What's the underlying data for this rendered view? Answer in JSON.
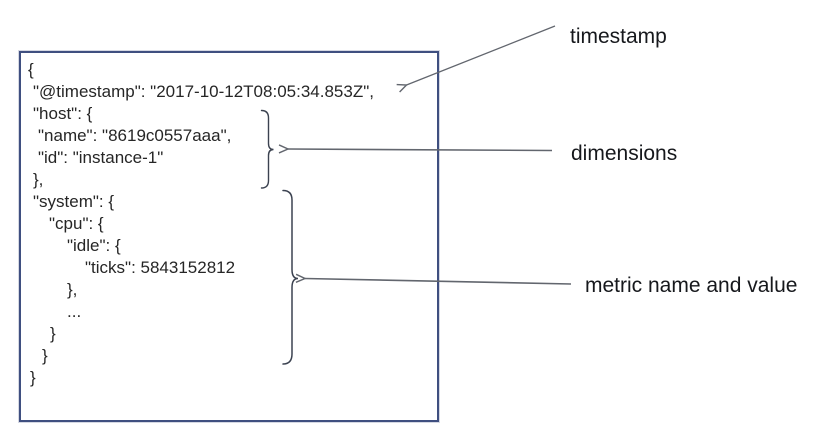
{
  "canvas": {
    "background": "#ffffff"
  },
  "code_box": {
    "border_color": "#3f4f80",
    "background": "#ffffff",
    "text_color": "#262626",
    "lines": [
      {
        "text": "{",
        "indent": 28
      },
      {
        "text": "\"@timestamp\": \"2017-10-12T08:05:34.853Z\",",
        "indent": 33
      },
      {
        "text": "\"host\": {",
        "indent": 33
      },
      {
        "text": "\"name\": \"8619c0557aaa\",",
        "indent": 38
      },
      {
        "text": "\"id\": \"instance-1\"",
        "indent": 38
      },
      {
        "text": "},",
        "indent": 33
      },
      {
        "text": "\"system\": {",
        "indent": 33
      },
      {
        "text": "\"cpu\": {",
        "indent": 49
      },
      {
        "text": "\"idle\": {",
        "indent": 67
      },
      {
        "text": "\"ticks\": 5843152812",
        "indent": 85
      },
      {
        "text": "},",
        "indent": 67
      },
      {
        "text": "...",
        "indent": 67
      },
      {
        "text": "}",
        "indent": 50
      },
      {
        "text": "}",
        "indent": 42
      },
      {
        "text": "}",
        "indent": 30
      }
    ]
  },
  "annotations": {
    "text_color": "#16181c",
    "timestamp_label": "timestamp",
    "dimensions_label": "dimensions",
    "metric_label": "metric name and value"
  },
  "graphics": {
    "arrow_color": "#62666e",
    "brace_color": "#3b4250"
  }
}
